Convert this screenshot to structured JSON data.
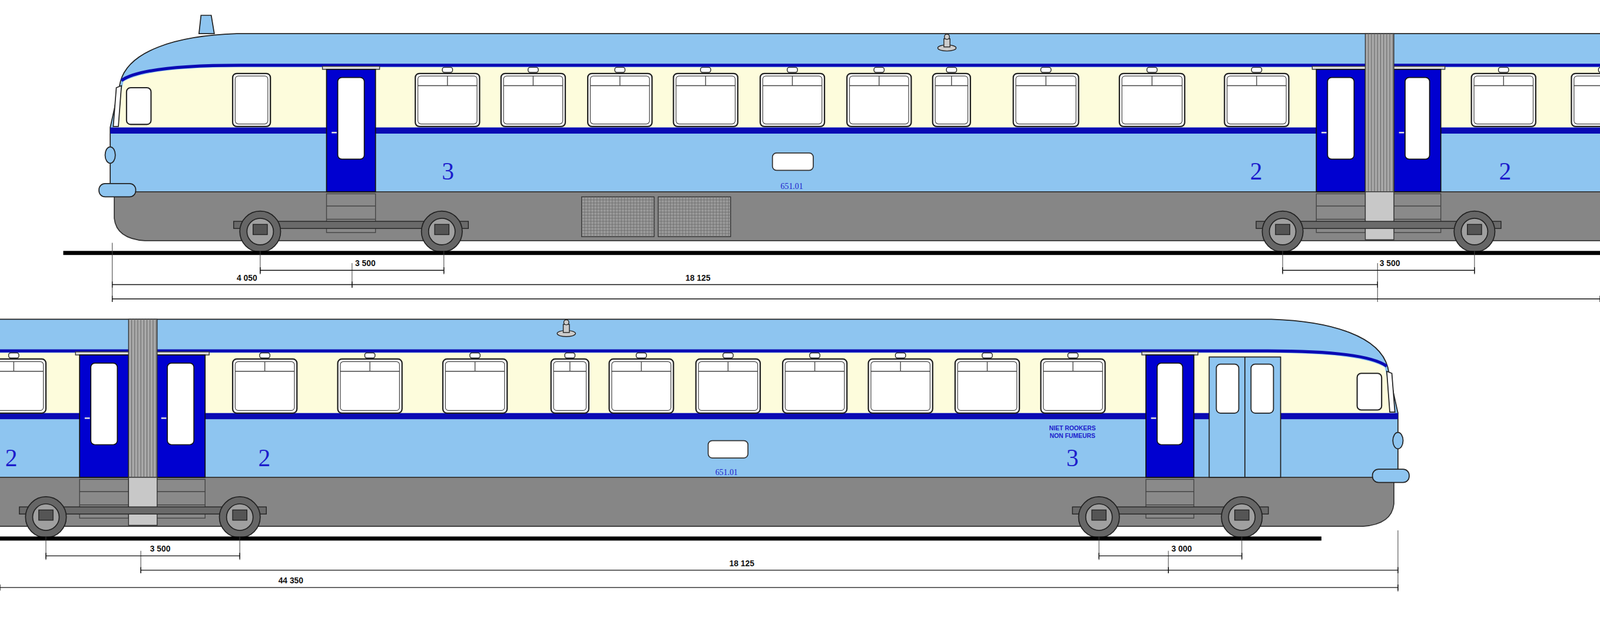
{
  "diagram": {
    "labels": [
      "3",
      "2",
      "2",
      "651.01",
      "3 500",
      "4 050",
      "18 125",
      "3 500",
      "2",
      "2",
      "651.01",
      "NIET ROOKERS NON FUMEURS",
      "3",
      "3 500",
      "18 125",
      "3 000",
      "44 350"
    ]
  }
}
